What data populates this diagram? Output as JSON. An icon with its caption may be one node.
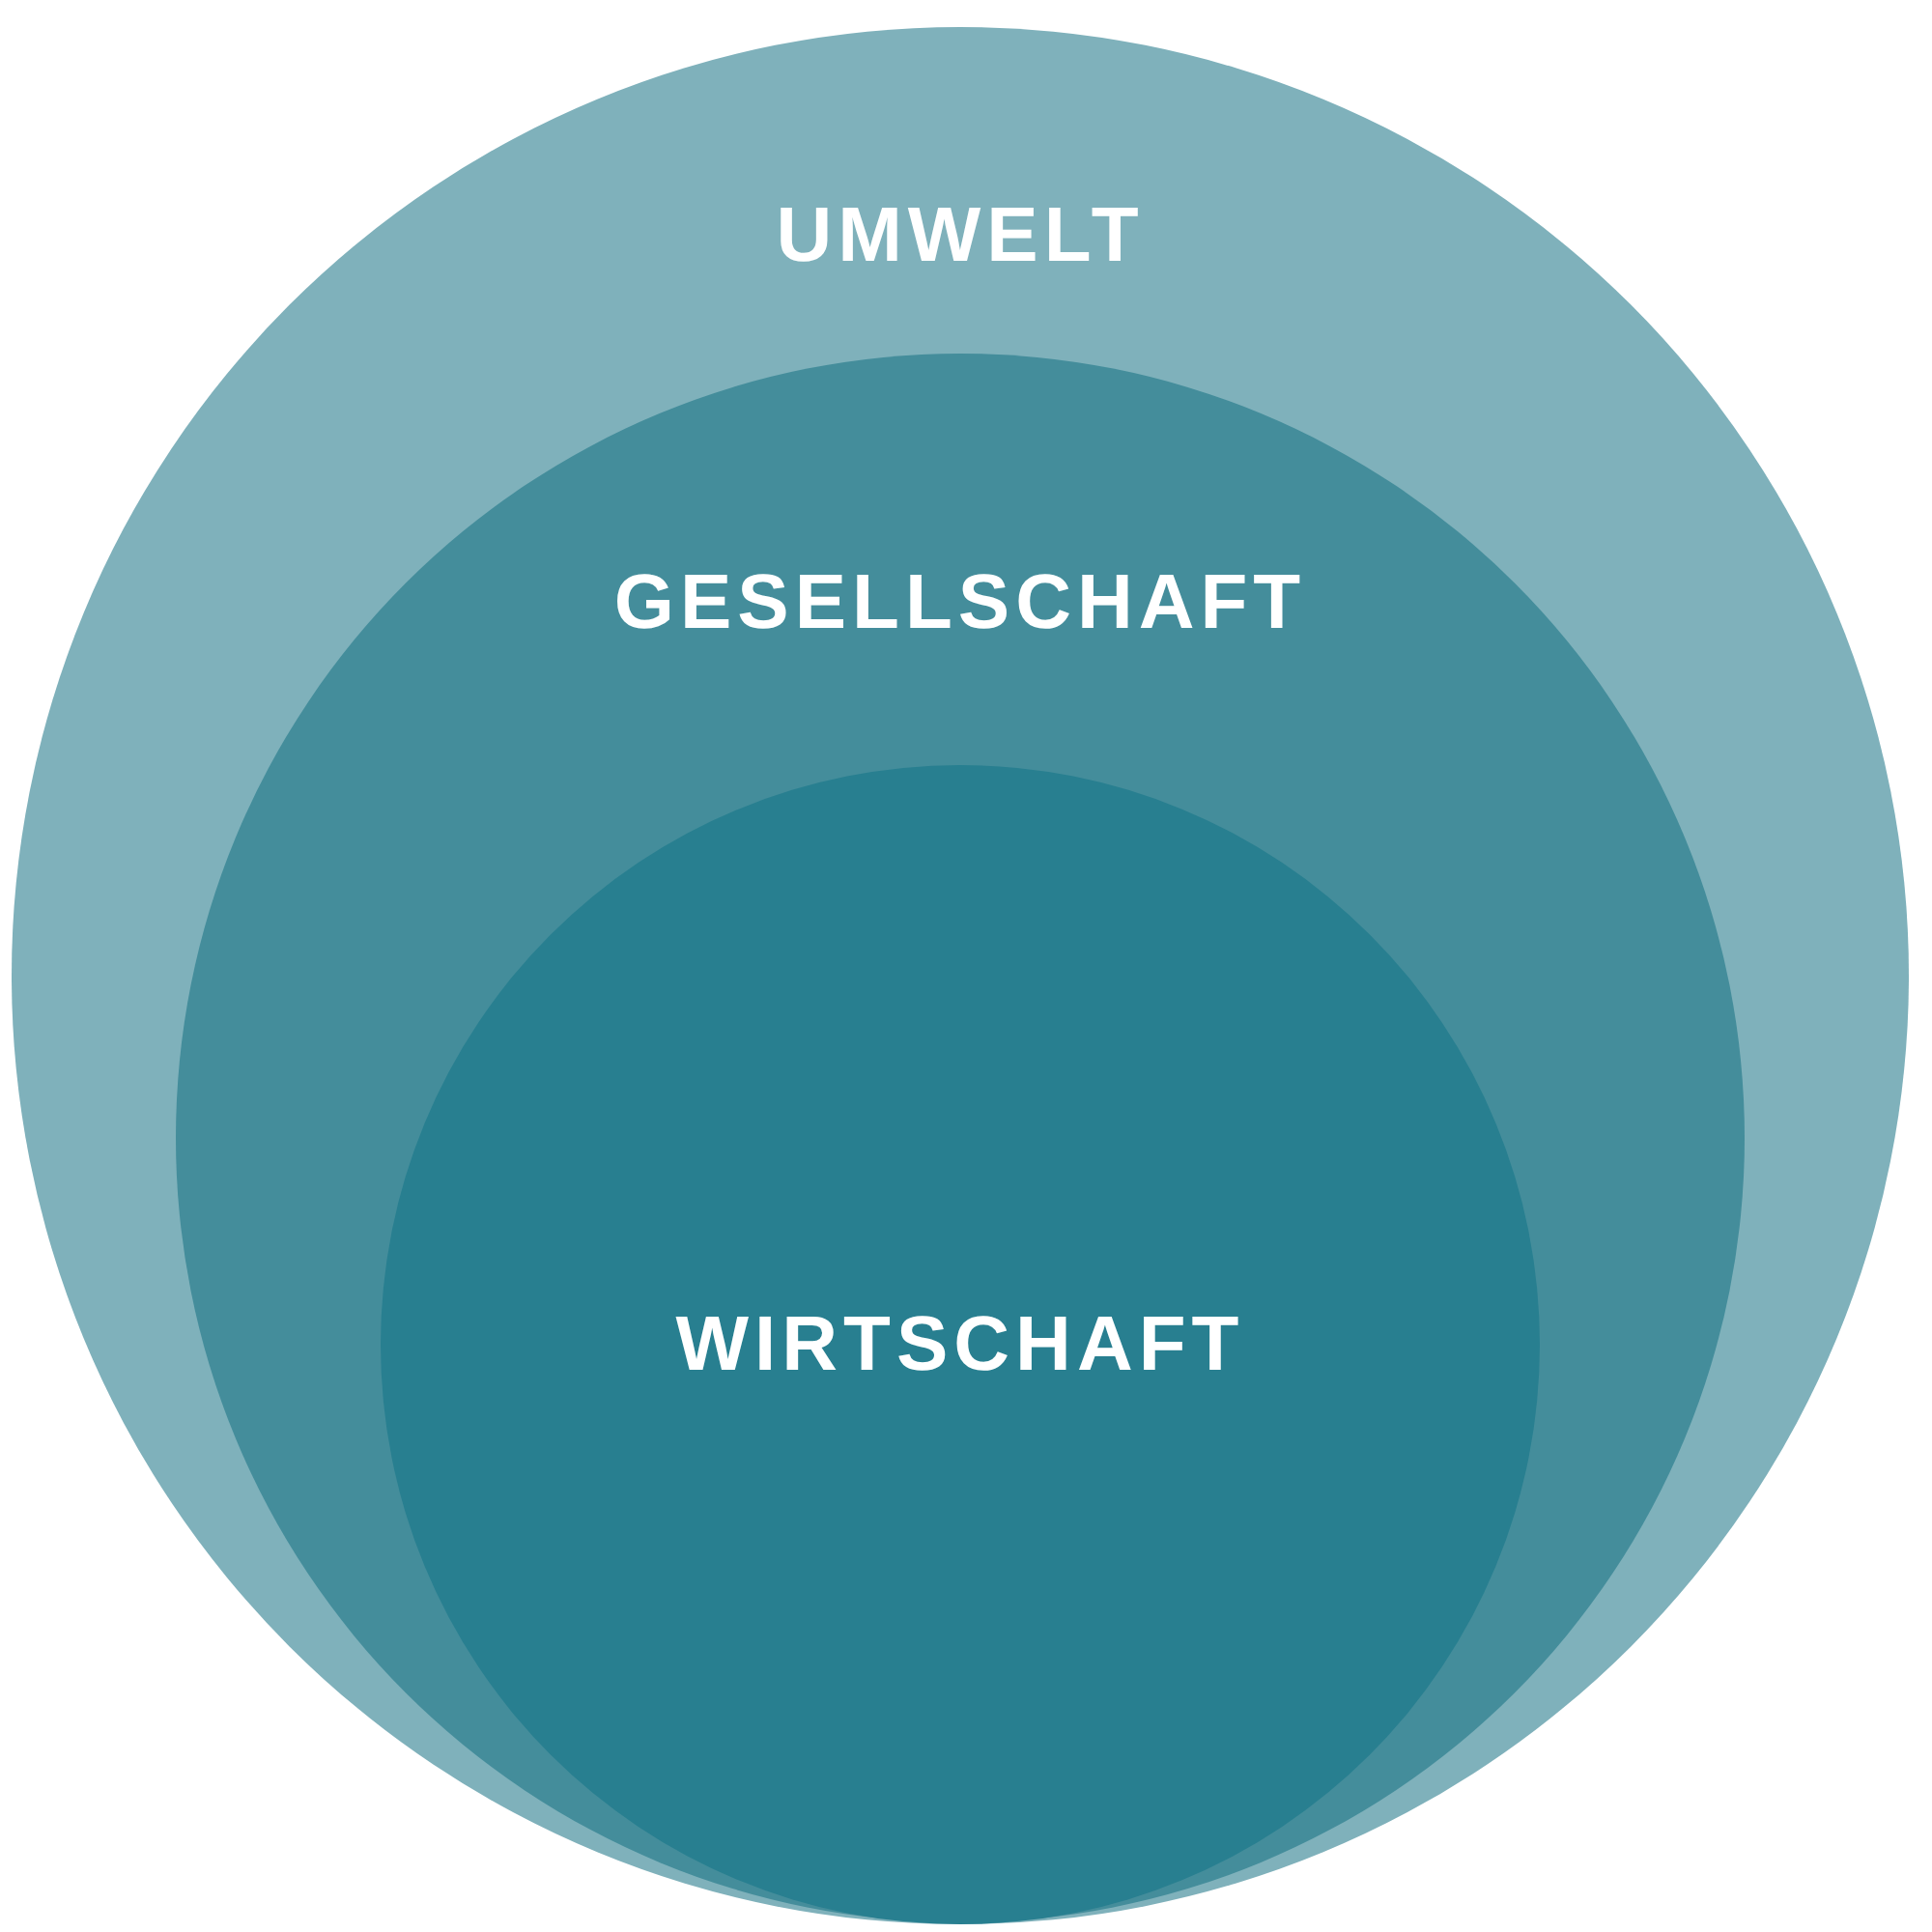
{
  "diagram": {
    "nodes": [
      {
        "text": [
          "UMWELT"
        ]
      },
      {
        "text": [
          "GESELLSCHAFT"
        ],
        "in": 0
      },
      {
        "text": [
          "WIRTSCHAFT"
        ],
        "in": 1
      }
    ]
  }
}
